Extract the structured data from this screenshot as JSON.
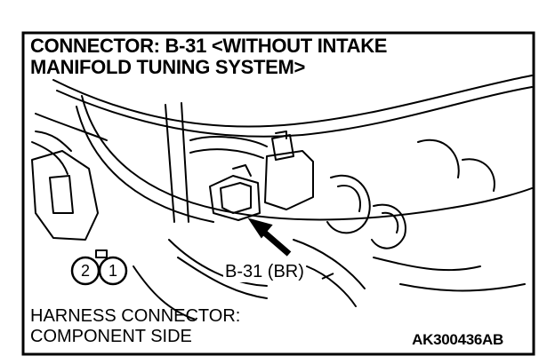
{
  "title": {
    "line1": "CONNECTOR: B-31 <WITHOUT INTAKE",
    "line2": "MANIFOLD TUNING SYSTEM>"
  },
  "connector_callout": "B-31 (BR)",
  "pins": [
    "2",
    "1"
  ],
  "caption": {
    "line1": "HARNESS CONNECTOR:",
    "line2": "COMPONENT SIDE"
  },
  "figure_code": "AK300436AB"
}
